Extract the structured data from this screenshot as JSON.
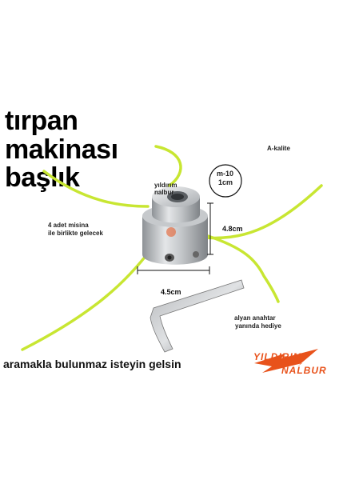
{
  "title": {
    "line1": "tırpan",
    "line2": "makinası",
    "line3": "başlık"
  },
  "labels": {
    "quality": "A-kalite",
    "lines_note_1": "4 adet misina",
    "lines_note_2": "ile birlikte gelecek",
    "stamp_1": "yıldırım",
    "stamp_2": "nalbur",
    "thread_1": "m-10",
    "thread_2": "1cm",
    "height": "4.8cm",
    "width": "4.5cm",
    "key_1": "alyan anahtar",
    "key_2": "yanında hediye"
  },
  "footer": {
    "slogan": "aramakla bulunmaz isteyin gelsin"
  },
  "brand": {
    "name_1": "YILDIRIM",
    "name_2": "NALBUR"
  },
  "colors": {
    "line_green": "#c8e632",
    "brand_orange": "#e8521b",
    "metal": "#b9bcc0"
  }
}
